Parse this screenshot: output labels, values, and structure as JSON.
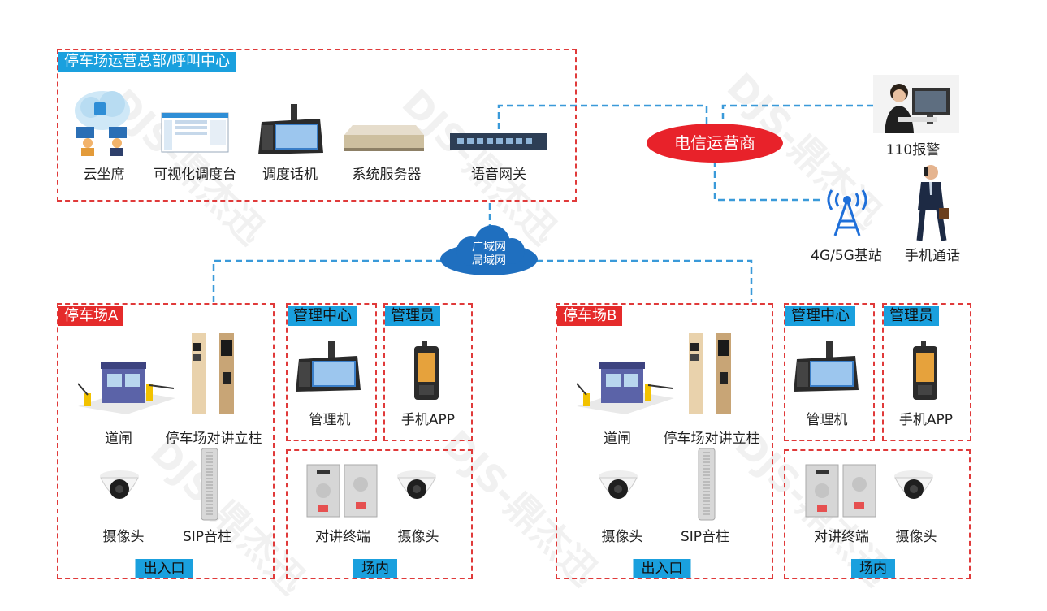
{
  "hq": {
    "title": "停车场运营总部/呼叫中心",
    "items": [
      "云坐席",
      "可视化调度台",
      "调度话机",
      "系统服务器",
      "语音网关"
    ]
  },
  "carrier": {
    "label": "电信运营商",
    "color": "#e8222a"
  },
  "external": {
    "police": "110报警",
    "base_station": "4G/5G基站",
    "mobile_call": "手机通话"
  },
  "network": {
    "line1": "广域网",
    "line2": "局域网",
    "color": "#1f6fbf"
  },
  "watermark": "DJS-鼎杰迅",
  "site_a": {
    "title": "停车场A",
    "entrance": {
      "items": [
        "道闸",
        "停车场对讲立柱",
        "摄像头",
        "SIP音柱"
      ],
      "footer": "出入口"
    },
    "mgmt_center": {
      "title": "管理中心",
      "item": "管理机"
    },
    "admin": {
      "title": "管理员",
      "item": "手机APP"
    },
    "inside": {
      "items": [
        "对讲终端",
        "摄像头"
      ],
      "footer": "场内"
    }
  },
  "site_b": {
    "title": "停车场B",
    "entrance": {
      "items": [
        "道闸",
        "停车场对讲立柱",
        "摄像头",
        "SIP音柱"
      ],
      "footer": "出入口"
    },
    "mgmt_center": {
      "title": "管理中心",
      "item": "管理机"
    },
    "admin": {
      "title": "管理员",
      "item": "手机APP"
    },
    "inside": {
      "items": [
        "对讲终端",
        "摄像头"
      ],
      "footer": "场内"
    }
  },
  "colors": {
    "dashed_border": "#e03a3a",
    "link_line": "#3a9ad9",
    "tag_blue": "#1aa0de",
    "tag_red": "#e52b2b"
  }
}
